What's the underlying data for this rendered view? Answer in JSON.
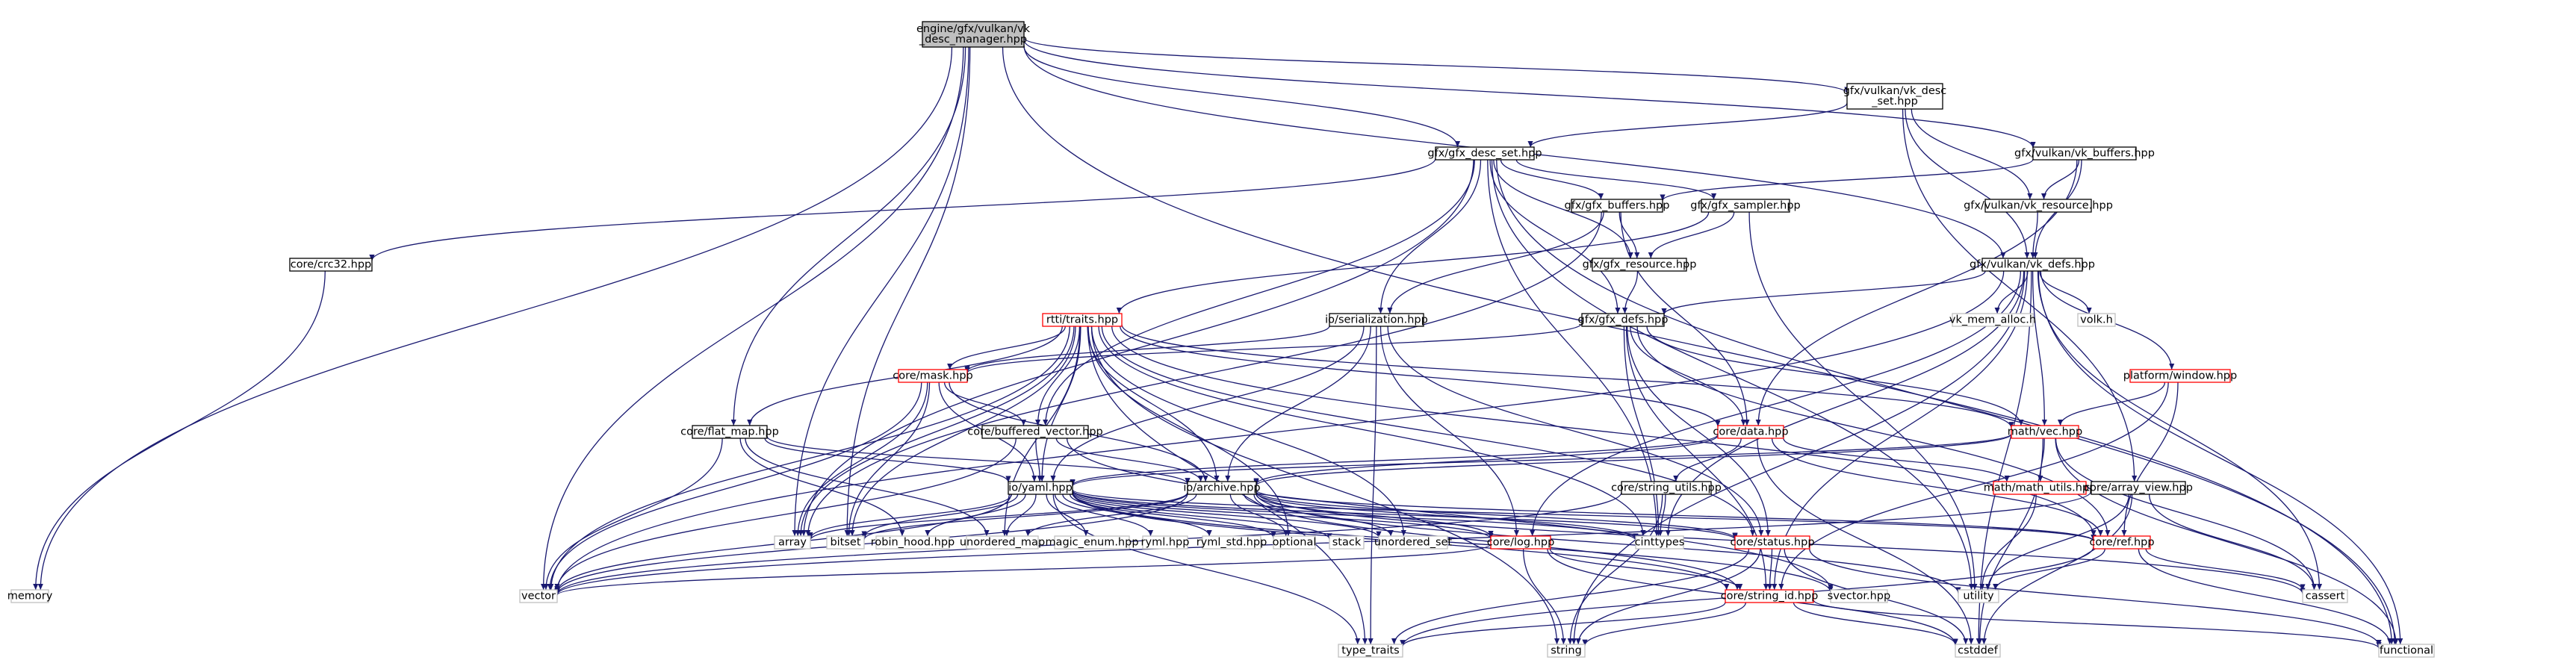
{
  "colors": {
    "edge": "#191970",
    "root_fill": "#bfbfbf",
    "truncated": "#ff0000",
    "system": "#bfbfbf"
  },
  "nodes": [
    {
      "id": "root",
      "label": [
        "engine/gfx/vulkan/vk",
        "_desc_manager.hpp"
      ],
      "kind": "root"
    },
    {
      "id": "vk_desc_set",
      "label": [
        "gfx/vulkan/vk_desc",
        "_set.hpp"
      ],
      "kind": "normal"
    },
    {
      "id": "gfx_desc_set",
      "label": [
        "gfx/gfx_desc_set.hpp"
      ],
      "kind": "normal"
    },
    {
      "id": "vk_buffers",
      "label": [
        "gfx/vulkan/vk_buffers.hpp"
      ],
      "kind": "normal"
    },
    {
      "id": "crc32",
      "label": [
        "core/crc32.hpp"
      ],
      "kind": "normal"
    },
    {
      "id": "gfx_buffers",
      "label": [
        "gfx/gfx_buffers.hpp"
      ],
      "kind": "normal"
    },
    {
      "id": "gfx_sampler",
      "label": [
        "gfx/gfx_sampler.hpp"
      ],
      "kind": "normal"
    },
    {
      "id": "vk_resource",
      "label": [
        "gfx/vulkan/vk_resource.hpp"
      ],
      "kind": "normal"
    },
    {
      "id": "gfx_resource",
      "label": [
        "gfx/gfx_resource.hpp"
      ],
      "kind": "normal"
    },
    {
      "id": "vk_defs",
      "label": [
        "gfx/vulkan/vk_defs.hpp"
      ],
      "kind": "normal"
    },
    {
      "id": "rtti_traits",
      "label": [
        "rtti/traits.hpp"
      ],
      "kind": "red"
    },
    {
      "id": "io_serialization",
      "label": [
        "io/serialization.hpp"
      ],
      "kind": "normal"
    },
    {
      "id": "gfx_defs",
      "label": [
        "gfx/gfx_defs.hpp"
      ],
      "kind": "normal"
    },
    {
      "id": "vk_mem_alloc",
      "label": [
        "vk_mem_alloc.h"
      ],
      "kind": "grey"
    },
    {
      "id": "volk",
      "label": [
        "volk.h"
      ],
      "kind": "grey"
    },
    {
      "id": "platform_window",
      "label": [
        "platform/window.hpp"
      ],
      "kind": "red"
    },
    {
      "id": "core_mask",
      "label": [
        "core/mask.hpp"
      ],
      "kind": "red"
    },
    {
      "id": "core_data",
      "label": [
        "core/data.hpp"
      ],
      "kind": "red"
    },
    {
      "id": "math_vec",
      "label": [
        "math/vec.hpp"
      ],
      "kind": "red"
    },
    {
      "id": "core_flat_map",
      "label": [
        "core/flat_map.hpp"
      ],
      "kind": "normal"
    },
    {
      "id": "core_buffered_vector",
      "label": [
        "core/buffered_vector.hpp"
      ],
      "kind": "normal"
    },
    {
      "id": "core_string_utils",
      "label": [
        "core/string_utils.hpp"
      ],
      "kind": "normal"
    },
    {
      "id": "math_utils",
      "label": [
        "math/math_utils.hpp"
      ],
      "kind": "red"
    },
    {
      "id": "io_yaml",
      "label": [
        "io/yaml.hpp"
      ],
      "kind": "normal"
    },
    {
      "id": "io_archive",
      "label": [
        "io/archive.hpp"
      ],
      "kind": "normal"
    },
    {
      "id": "array",
      "label": [
        "array"
      ],
      "kind": "grey"
    },
    {
      "id": "bitset",
      "label": [
        "bitset"
      ],
      "kind": "grey"
    },
    {
      "id": "robin_hood",
      "label": [
        "robin_hood.hpp"
      ],
      "kind": "grey"
    },
    {
      "id": "unordered_map",
      "label": [
        "unordered_map"
      ],
      "kind": "grey"
    },
    {
      "id": "magic_enum",
      "label": [
        "magic_enum.hpp"
      ],
      "kind": "grey"
    },
    {
      "id": "ryml",
      "label": [
        "ryml.hpp"
      ],
      "kind": "grey"
    },
    {
      "id": "ryml_std",
      "label": [
        "ryml_std.hpp"
      ],
      "kind": "grey"
    },
    {
      "id": "optional",
      "label": [
        "optional"
      ],
      "kind": "grey"
    },
    {
      "id": "stack",
      "label": [
        "stack"
      ],
      "kind": "grey"
    },
    {
      "id": "unordered_set",
      "label": [
        "unordered_set"
      ],
      "kind": "grey"
    },
    {
      "id": "core_log",
      "label": [
        "core/log.hpp"
      ],
      "kind": "red"
    },
    {
      "id": "cinttypes",
      "label": [
        "cinttypes"
      ],
      "kind": "grey"
    },
    {
      "id": "core_status",
      "label": [
        "core/status.hpp"
      ],
      "kind": "red"
    },
    {
      "id": "core_ref",
      "label": [
        "core/ref.hpp"
      ],
      "kind": "red"
    },
    {
      "id": "core_array_view",
      "label": [
        "core/array_view.hpp"
      ],
      "kind": "normal"
    },
    {
      "id": "memory",
      "label": [
        "memory"
      ],
      "kind": "grey"
    },
    {
      "id": "vector",
      "label": [
        "vector"
      ],
      "kind": "grey"
    },
    {
      "id": "core_string_id",
      "label": [
        "core/string_id.hpp"
      ],
      "kind": "red"
    },
    {
      "id": "svector",
      "label": [
        "svector.hpp"
      ],
      "kind": "grey"
    },
    {
      "id": "utility",
      "label": [
        "utility"
      ],
      "kind": "grey"
    },
    {
      "id": "cassert",
      "label": [
        "cassert"
      ],
      "kind": "grey"
    },
    {
      "id": "type_traits",
      "label": [
        "type_traits"
      ],
      "kind": "grey"
    },
    {
      "id": "string",
      "label": [
        "string"
      ],
      "kind": "grey"
    },
    {
      "id": "cstddef",
      "label": [
        "cstddef"
      ],
      "kind": "grey"
    },
    {
      "id": "functional",
      "label": [
        "functional"
      ],
      "kind": "grey"
    }
  ],
  "edges": [
    [
      "root",
      "vk_desc_set"
    ],
    [
      "root",
      "gfx_desc_set"
    ],
    [
      "root",
      "vk_buffers"
    ],
    [
      "root",
      "vk_defs"
    ],
    [
      "root",
      "memory"
    ],
    [
      "root",
      "array"
    ],
    [
      "root",
      "bitset"
    ],
    [
      "root",
      "vector"
    ],
    [
      "root",
      "functional"
    ],
    [
      "root",
      "core_flat_map"
    ],
    [
      "vk_desc_set",
      "gfx_desc_set"
    ],
    [
      "vk_desc_set",
      "vk_resource"
    ],
    [
      "vk_desc_set",
      "vk_defs"
    ],
    [
      "vk_desc_set",
      "core_array_view"
    ],
    [
      "vk_buffers",
      "gfx_buffers"
    ],
    [
      "vk_buffers",
      "vk_resource"
    ],
    [
      "vk_buffers",
      "vk_defs"
    ],
    [
      "vk_buffers",
      "core_data"
    ],
    [
      "gfx_desc_set",
      "crc32"
    ],
    [
      "gfx_desc_set",
      "gfx_buffers"
    ],
    [
      "gfx_desc_set",
      "gfx_sampler"
    ],
    [
      "gfx_desc_set",
      "gfx_resource"
    ],
    [
      "gfx_desc_set",
      "gfx_defs"
    ],
    [
      "gfx_desc_set",
      "io_serialization"
    ],
    [
      "gfx_desc_set",
      "core_buffered_vector"
    ],
    [
      "gfx_desc_set",
      "array"
    ],
    [
      "gfx_desc_set",
      "cinttypes"
    ],
    [
      "gfx_desc_set",
      "functional"
    ],
    [
      "gfx_desc_set",
      "utility"
    ],
    [
      "crc32",
      "memory"
    ],
    [
      "gfx_buffers",
      "gfx_resource"
    ],
    [
      "gfx_buffers",
      "io_serialization"
    ],
    [
      "gfx_buffers",
      "core_data"
    ],
    [
      "gfx_buffers",
      "array"
    ],
    [
      "gfx_sampler",
      "gfx_resource"
    ],
    [
      "gfx_sampler",
      "rtti_traits"
    ],
    [
      "gfx_sampler",
      "utility"
    ],
    [
      "vk_resource",
      "vk_defs"
    ],
    [
      "gfx_resource",
      "gfx_defs"
    ],
    [
      "vk_defs",
      "gfx_defs"
    ],
    [
      "vk_defs",
      "vk_mem_alloc"
    ],
    [
      "vk_defs",
      "volk"
    ],
    [
      "vk_defs",
      "platform_window"
    ],
    [
      "vk_defs",
      "math_vec"
    ],
    [
      "vk_defs",
      "core_log"
    ],
    [
      "vk_defs",
      "cinttypes"
    ],
    [
      "vk_defs",
      "core_string_id"
    ],
    [
      "vk_defs",
      "string"
    ],
    [
      "vk_defs",
      "cstddef"
    ],
    [
      "vk_defs",
      "functional"
    ],
    [
      "vk_defs",
      "cassert"
    ],
    [
      "vk_defs",
      "vector"
    ],
    [
      "rtti_traits",
      "core_mask"
    ],
    [
      "rtti_traits",
      "core_flat_map"
    ],
    [
      "rtti_traits",
      "core_buffered_vector"
    ],
    [
      "rtti_traits",
      "core_data"
    ],
    [
      "rtti_traits",
      "math_vec"
    ],
    [
      "rtti_traits",
      "io_yaml"
    ],
    [
      "rtti_traits",
      "io_archive"
    ],
    [
      "rtti_traits",
      "core_status"
    ],
    [
      "rtti_traits",
      "array"
    ],
    [
      "rtti_traits",
      "bitset"
    ],
    [
      "rtti_traits",
      "vector"
    ],
    [
      "rtti_traits",
      "type_traits"
    ],
    [
      "rtti_traits",
      "unordered_map"
    ],
    [
      "rtti_traits",
      "optional"
    ],
    [
      "rtti_traits",
      "string"
    ],
    [
      "rtti_traits",
      "cinttypes"
    ],
    [
      "rtti_traits",
      "unordered_set"
    ],
    [
      "rtti_traits",
      "core_ref"
    ],
    [
      "io_serialization",
      "io_yaml"
    ],
    [
      "io_serialization",
      "io_archive"
    ],
    [
      "io_serialization",
      "core_log"
    ],
    [
      "io_serialization",
      "core_status"
    ],
    [
      "io_serialization",
      "type_traits"
    ],
    [
      "io_serialization",
      "core_mask"
    ],
    [
      "gfx_defs",
      "core_mask"
    ],
    [
      "gfx_defs",
      "core_data"
    ],
    [
      "gfx_defs",
      "math_vec"
    ],
    [
      "gfx_defs",
      "core_ref"
    ],
    [
      "gfx_defs",
      "core_string_id"
    ],
    [
      "gfx_defs",
      "cinttypes"
    ],
    [
      "gfx_defs",
      "core_status"
    ],
    [
      "platform_window",
      "math_vec"
    ],
    [
      "platform_window",
      "core_ref"
    ],
    [
      "platform_window",
      "core_string_id"
    ],
    [
      "core_mask",
      "core_buffered_vector"
    ],
    [
      "core_mask",
      "io_yaml"
    ],
    [
      "core_mask",
      "io_archive"
    ],
    [
      "core_mask",
      "bitset"
    ],
    [
      "core_mask",
      "vector"
    ],
    [
      "core_mask",
      "array"
    ],
    [
      "core_data",
      "core_string_utils"
    ],
    [
      "core_data",
      "io_archive"
    ],
    [
      "core_data",
      "io_yaml"
    ],
    [
      "core_data",
      "math_utils"
    ],
    [
      "core_data",
      "core_ref"
    ],
    [
      "core_data",
      "cstddef"
    ],
    [
      "math_vec",
      "math_utils"
    ],
    [
      "math_vec",
      "io_yaml"
    ],
    [
      "math_vec",
      "io_archive"
    ],
    [
      "math_vec",
      "cassert"
    ],
    [
      "math_vec",
      "cstddef"
    ],
    [
      "math_vec",
      "functional"
    ],
    [
      "core_flat_map",
      "io_yaml"
    ],
    [
      "core_flat_map",
      "io_archive"
    ],
    [
      "core_flat_map",
      "robin_hood"
    ],
    [
      "core_flat_map",
      "unordered_map"
    ],
    [
      "core_flat_map",
      "vector"
    ],
    [
      "core_buffered_vector",
      "io_yaml"
    ],
    [
      "core_buffered_vector",
      "io_archive"
    ],
    [
      "core_buffered_vector",
      "vector"
    ],
    [
      "core_buffered_vector",
      "svector"
    ],
    [
      "core_string_utils",
      "cinttypes"
    ],
    [
      "core_string_utils",
      "string"
    ],
    [
      "core_string_utils",
      "vector"
    ],
    [
      "math_utils",
      "utility"
    ],
    [
      "io_yaml",
      "array"
    ],
    [
      "io_yaml",
      "bitset"
    ],
    [
      "io_yaml",
      "robin_hood"
    ],
    [
      "io_yaml",
      "unordered_map"
    ],
    [
      "io_yaml",
      "magic_enum"
    ],
    [
      "io_yaml",
      "ryml"
    ],
    [
      "io_yaml",
      "ryml_std"
    ],
    [
      "io_yaml",
      "optional"
    ],
    [
      "io_yaml",
      "stack"
    ],
    [
      "io_yaml",
      "unordered_set"
    ],
    [
      "io_yaml",
      "core_log"
    ],
    [
      "io_yaml",
      "cinttypes"
    ],
    [
      "io_yaml",
      "core_status"
    ],
    [
      "io_yaml",
      "core_ref"
    ],
    [
      "io_yaml",
      "vector"
    ],
    [
      "io_yaml",
      "type_traits"
    ],
    [
      "io_yaml",
      "core_string_id"
    ],
    [
      "io_yaml",
      "svector"
    ],
    [
      "io_archive",
      "array"
    ],
    [
      "io_archive",
      "bitset"
    ],
    [
      "io_archive",
      "unordered_map"
    ],
    [
      "io_archive",
      "optional"
    ],
    [
      "io_archive",
      "unordered_set"
    ],
    [
      "io_archive",
      "core_log"
    ],
    [
      "io_archive",
      "cinttypes"
    ],
    [
      "io_archive",
      "core_status"
    ],
    [
      "io_archive",
      "core_ref"
    ],
    [
      "io_archive",
      "vector"
    ],
    [
      "io_archive",
      "utility"
    ],
    [
      "io_archive",
      "core_string_id"
    ],
    [
      "io_archive",
      "cassert"
    ],
    [
      "core_log",
      "vector"
    ],
    [
      "core_log",
      "string"
    ],
    [
      "core_log",
      "core_string_id"
    ],
    [
      "core_log",
      "cstddef"
    ],
    [
      "core_status",
      "core_string_id"
    ],
    [
      "core_status",
      "string"
    ],
    [
      "core_status",
      "type_traits"
    ],
    [
      "core_status",
      "cstddef"
    ],
    [
      "core_status",
      "functional"
    ],
    [
      "core_ref",
      "cassert"
    ],
    [
      "core_ref",
      "functional"
    ],
    [
      "core_ref",
      "utility"
    ],
    [
      "core_ref",
      "type_traits"
    ],
    [
      "core_array_view",
      "vector"
    ],
    [
      "core_array_view",
      "utility"
    ],
    [
      "core_array_view",
      "cstddef"
    ],
    [
      "core_array_view",
      "cassert"
    ],
    [
      "core_string_id",
      "string"
    ],
    [
      "core_string_id",
      "cstddef"
    ],
    [
      "core_string_id",
      "type_traits"
    ],
    [
      "core_string_id",
      "functional"
    ]
  ]
}
